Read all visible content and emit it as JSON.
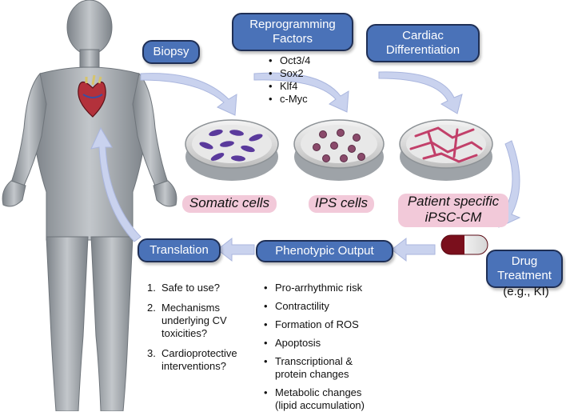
{
  "steps": {
    "biopsy": "Biopsy",
    "reprogramming": [
      "Reprogramming",
      "Factors"
    ],
    "cardiac": [
      "Cardiac",
      "Differentiation"
    ],
    "drug": [
      "Drug",
      "Treatment"
    ],
    "drug_note": "(e.g., KI)",
    "phenotypic": "Phenotypic Output",
    "translation": "Translation"
  },
  "factors": [
    "Oct3/4",
    "Sox2",
    "Klf4",
    "c-Myc"
  ],
  "cells": {
    "somatic": "Somatic cells",
    "ips": "IPS cells",
    "cm": [
      "Patient specific",
      "iPSC-CM"
    ]
  },
  "questions": [
    {
      "num": "1.",
      "lines": [
        "Safe to use?"
      ]
    },
    {
      "num": "2.",
      "lines": [
        "Mechanisms",
        "underlying CV",
        "toxicities?"
      ]
    },
    {
      "num": "3.",
      "lines": [
        "Cardioprotective",
        "interventions?"
      ]
    }
  ],
  "outputs": [
    [
      "Pro-arrhythmic risk"
    ],
    [
      "Contractility"
    ],
    [
      "Formation of ROS"
    ],
    [
      "Apoptosis"
    ],
    [
      "Transcriptional &",
      "protein changes"
    ],
    [
      "Metabolic changes",
      "(lipid accumulation)"
    ]
  ],
  "colors": {
    "pill": "#4a72b8",
    "pill_border": "#1f2f55",
    "label_bg": "#f2c9d9",
    "arrow": "#c9d2ee",
    "body": "#9aa0a6"
  }
}
